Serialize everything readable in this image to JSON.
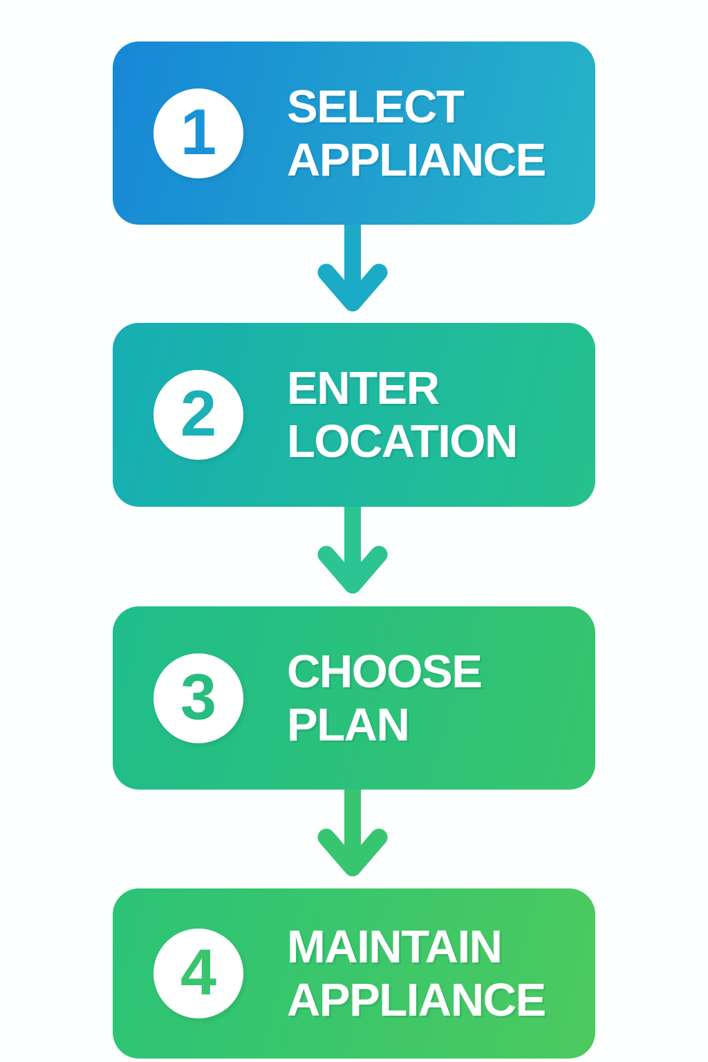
{
  "diagram": {
    "title": "appliance-plan-steps-flow",
    "background_color": "#fdfefe",
    "text_color": "#ffffff"
  },
  "steps": [
    {
      "number": "1",
      "line1": "SELECT",
      "line2": "APPLIANCE",
      "gradient_start": "#1787d7",
      "gradient_end": "#27b4c7",
      "number_color": "#1a93d6"
    },
    {
      "number": "2",
      "line1": "ENTER",
      "line2": "LOCATION",
      "gradient_start": "#16aeb4",
      "gradient_end": "#25c28c",
      "number_color": "#1db0b4"
    },
    {
      "number": "3",
      "line1": "CHOOSE",
      "line2": "PLAN",
      "gradient_start": "#1fbd8c",
      "gradient_end": "#37c56c",
      "number_color": "#27bd80"
    },
    {
      "number": "4",
      "line1": "MAINTAIN",
      "line2": "APPLIANCE",
      "gradient_start": "#2bc377",
      "gradient_end": "#4cca5e",
      "number_color": "#3bc46e"
    }
  ],
  "arrows": [
    {
      "color": "#1babc7"
    },
    {
      "color": "#2bc492"
    },
    {
      "color": "#38c570"
    }
  ]
}
